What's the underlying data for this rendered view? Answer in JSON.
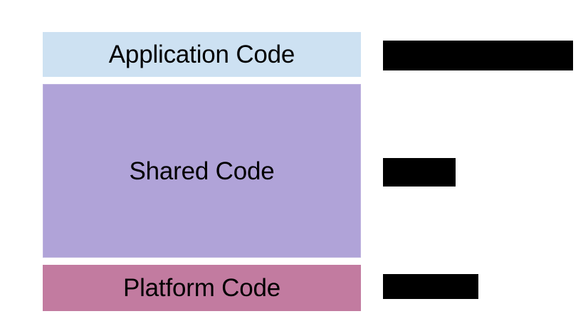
{
  "diagram": {
    "type": "layered-architecture-stack",
    "background_color": "#ffffff",
    "layers": [
      {
        "id": "application",
        "label": "Application Code",
        "fill_color": "#cde1f2",
        "text_color": "#000000",
        "order": 1,
        "relative_height": "small"
      },
      {
        "id": "shared",
        "label": "Shared Code",
        "fill_color": "#b0a3d8",
        "border_color": "#bdb2de",
        "text_color": "#000000",
        "order": 2,
        "relative_height": "large"
      },
      {
        "id": "platform",
        "label": "Platform Code",
        "fill_color": "#c27ba0",
        "text_color": "#000000",
        "order": 3,
        "relative_height": "small"
      }
    ],
    "annotations": [
      {
        "id": "application-annotation",
        "for_layer": "application",
        "state": "redacted",
        "text": "",
        "fill_color": "#000000",
        "relative_width": "wide"
      },
      {
        "id": "shared-annotation",
        "for_layer": "shared",
        "state": "redacted",
        "text": "",
        "fill_color": "#000000",
        "relative_width": "narrow"
      },
      {
        "id": "platform-annotation",
        "for_layer": "platform",
        "state": "redacted",
        "text": "",
        "fill_color": "#000000",
        "relative_width": "medium"
      }
    ]
  }
}
